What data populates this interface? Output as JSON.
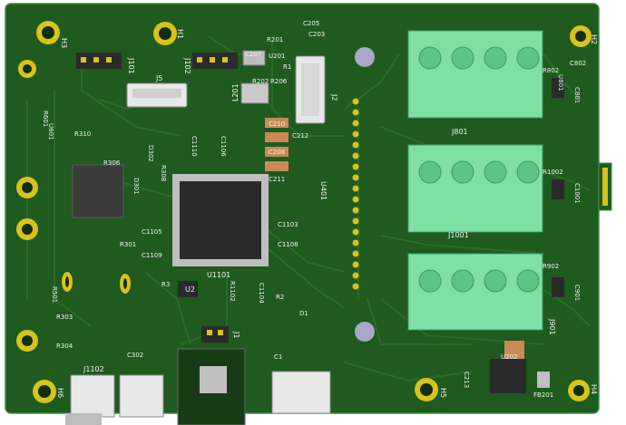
{
  "colors": {
    "background": "#ffffff",
    "board": "#1f5a1f",
    "board_dark": "#174417",
    "trace": "#2b6f2b",
    "silkscreen": "#f2f2f2",
    "pad_gold": "#d9c21b",
    "terminal_green": "#7fe0a5",
    "ic_body": "#2a2a2a",
    "hole": "#a9a8c9",
    "connector_white": "#e8e8e8"
  },
  "labels": {
    "H3": "H3",
    "H1": "H1",
    "H6": "H6",
    "H5": "H5",
    "H2": "H2",
    "H4": "H4",
    "J101": "J101",
    "J102": "J102",
    "J5": "J5",
    "J2": "J2",
    "J1": "J1",
    "J801": "J801",
    "J1001": "J1001",
    "J1102": "J1102",
    "J901": "J901",
    "U1101": "U1101",
    "U401": "U401",
    "U2": "U2",
    "U201": "U201",
    "U601": "U601",
    "L201": "L201",
    "R201": "R201",
    "R202": "R202",
    "R206": "R206",
    "R1": "R1",
    "C205": "C205",
    "C203": "C203",
    "C207": "C207",
    "C212": "C212",
    "C210": "C210",
    "C208": "C208",
    "C211": "C211",
    "C1110": "C1110",
    "C1106": "C1106",
    "C1103": "C1103",
    "C1108": "C1108",
    "C1105": "C1105",
    "C1109": "C1109",
    "C1104": "C1104",
    "R1102": "R1102",
    "R2": "R2",
    "D1": "D1",
    "C1": "C1",
    "R3": "R3",
    "R310": "R310",
    "R306": "R306",
    "R308": "R308",
    "R301": "R301",
    "R303": "R303",
    "R304": "R304",
    "R601": "R601",
    "R501": "R501",
    "D301": "D301",
    "D302": "D302",
    "C302": "C302",
    "R802": "R802",
    "C802": "C802",
    "C801": "C801",
    "U801": "U801",
    "R1002": "R1002",
    "C1001": "C1001",
    "R902": "R902",
    "C901": "C901",
    "C213": "C213",
    "FB201": "FB201",
    "U202": "U202"
  }
}
